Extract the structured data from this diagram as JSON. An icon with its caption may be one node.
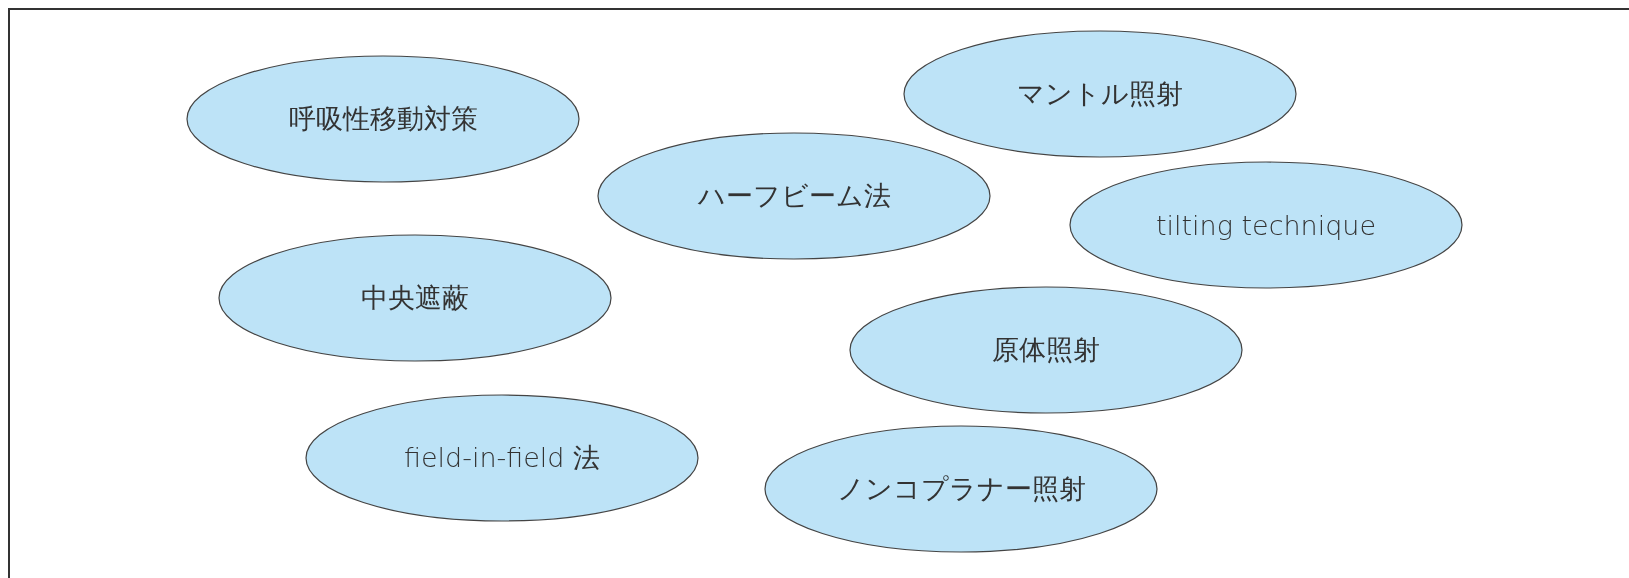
{
  "diagram": {
    "nodes": [
      {
        "text": [
          "マントル照射"
        ]
      },
      {
        "text": [
          "呼吸性移動対策"
        ]
      },
      {
        "text": [
          "ハーフビーム法"
        ]
      },
      {
        "text": [
          "tilting technique"
        ]
      },
      {
        "text": [
          "中央遮蔽"
        ]
      },
      {
        "text": [
          "原体照射"
        ]
      },
      {
        "text": [
          "field-in-field 法"
        ]
      },
      {
        "text": [
          "ノンコプラナー照射"
        ]
      }
    ]
  }
}
